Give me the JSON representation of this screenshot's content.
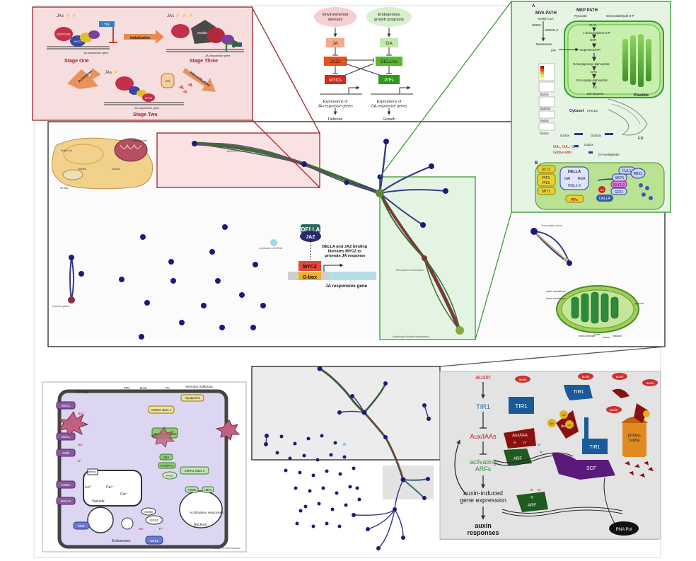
{
  "colors": {
    "node": "#1c1a7a",
    "edge_dark": "#4a2a6a",
    "edge_green": "#3f7a32",
    "pink_bg": "#f6dede",
    "pink_border": "#a0202a",
    "green_bg": "#e6f4e4",
    "green_border": "#3a9a3a",
    "grey_bg": "#e8e8e8"
  },
  "jasmonate_panel": {
    "stage_one": "Stage One",
    "stage_two": "Stage Two",
    "stage_three": "Stage Three",
    "initialisation": "Initialisation",
    "activation": "Activation",
    "intensification": "Intensification",
    "ja_responsive_gene": "JA-responsive gene",
    "mediator": "Mediator",
    "myc2": "MYC2",
    "jaz": "JAZ",
    "ja": "JA",
    "coi1": "SCFCOI1",
    "tpl": "TPL",
    "ninja": "NINJA",
    "med25": "MED25",
    "gbox": "G-box"
  },
  "flow": {
    "env_stresses": "Environmental stresses",
    "endo_growth": "Endogenous growth programs",
    "ja": "JA",
    "ga": "GA",
    "jazs": "JAZs",
    "dellas": "DELLAs",
    "mycs": "MYCs",
    "pifs": "PIFs",
    "ja_expr": "Expressions of JA-responsive genes",
    "ga_expr": "Expressions of GA-responsive genes",
    "defense": "Defense",
    "growth": "Growth"
  },
  "gibberellin_panel": {
    "panel_a": "A",
    "panel_b": "B",
    "mva_path": "MVA PATH",
    "mep_path": "MEP PATH",
    "acetyl_coa": "Acetyl-CoA",
    "pyruvate": "Pyruvate",
    "glyceraldehyde": "Glyceraldehyde-3-P",
    "hmgs": "HMGS",
    "hmgr": "HMGR1,2",
    "cla1": "CLA1",
    "deoxyxylulose": "1-deoxyxylulose-5-P",
    "dxr": "DXR",
    "mevalonate": "Mevalonate",
    "ipp": "IPP",
    "isopentenyl": "Isopentenyl-PP",
    "ggpp": "Geranylgeranyl-diphosphat",
    "cps": "CPS",
    "ent_copalyl": "Ent-copalyl-diphosphat",
    "ks": "KS",
    "ent_kaurene": "Ent-kaurene",
    "plastids": "Plastids",
    "cytosol": "Cytosol",
    "kao": "KAO1/2",
    "er": "ER",
    "ga3ox": "Ga3ox",
    "ga20ox": "Ga20ox",
    "ga2ox": "Ga2ox",
    "ga_methylester": "GA-methylester",
    "gibberellin": "Gibberellin",
    "ga_actives": "GA₁, GA₄, GA₇",
    "scl3": "SCL3",
    "pif1": "PIF1",
    "pil5": "PIL5",
    "spy1": "SPY1",
    "della": "DELLA",
    "gai": "GAI",
    "rga": "RGA",
    "rgl": "RGL1-3",
    "pifs": "PIFs",
    "cul1": "CUL1",
    "skp1": "SKP1",
    "rbx1": "RBX1",
    "sly": "SLY1,2",
    "gid1": "GID1",
    "ga": "GA"
  },
  "network_main": {
    "note_top": "JAZ/MYC2 node cluster",
    "note_mid": "DELLA/MYC2 interaction",
    "note_right": "Transcription factor",
    "note_bottom": "Arabidopsis thaliana transcription",
    "note_left": "Nuclear uptake",
    "note_light": "expression of MYB14"
  },
  "della_jaz": {
    "della": "DELLA",
    "jaz": "JAZ",
    "caption": "DELLA and JAZ binding liberates MYC2 to promote JA response",
    "myc2": "MYC2",
    "gbox": "G-box",
    "gene": "JA responsive gene"
  },
  "chloroplast": {
    "outer_membrane": "outer membrane",
    "inner_membrane": "inner membrane",
    "granum": "granum",
    "stroma_lamellae": "stroma lamellae",
    "lumen": "lumen",
    "stroma": "stroma",
    "thylakoid": "thylakoid"
  },
  "aba_panel": {
    "atp_out": "ATP out",
    "pip2": "PIP₂",
    "dag": "DAG",
    "pa": "PA",
    "vesicular": "Vesicular trafficking",
    "aquaporins": "Aquaporins",
    "snrk2_1": "SnRK2 class 1",
    "snrk2_3": "SnRK2 class 3",
    "aba_bio": "ABA biosynthesis",
    "aba": "ABA",
    "pyr": "PYR/PYL",
    "pp2c": "PP2C",
    "areb": "AREB",
    "abf": "ABFs",
    "acclimation": "Acclimation responses",
    "nucleus": "Nucleus",
    "vacuole": "Vacuole",
    "tpc1": "TPC1",
    "endosomes": "Endosomes",
    "sos1": "SOS1",
    "sos2": "SOS2",
    "sos3": "SOS3",
    "nhx": "NHX",
    "nsc": "NSCC",
    "kor": "KOR",
    "cngc": "CNGC",
    "osca1": "OSCA1",
    "na": "Na⁺",
    "k": "K⁺",
    "ca": "Ca²⁺",
    "h": "H⁺",
    "footer": "TRENDS in Plant Science"
  },
  "auxin_panel": {
    "auxin": "auxin",
    "tir1": "TIR1",
    "aux_iaas": "Aux/IAAs",
    "activating_arfs": "activating ARFs",
    "auxin_induced": "auxin-induced gene expression",
    "auxin_responses": "auxin responses",
    "aux_iaa": "Aux/IAA",
    "arf": "ARF",
    "scf": "SCF",
    "proteasome": "protea-some",
    "rna_pol": "RNA Pol",
    "ub": "Ub",
    "roman3": "III",
    "roman4": "IV",
    "roman2": "II",
    "roman1": "I",
    "q": "Q"
  }
}
